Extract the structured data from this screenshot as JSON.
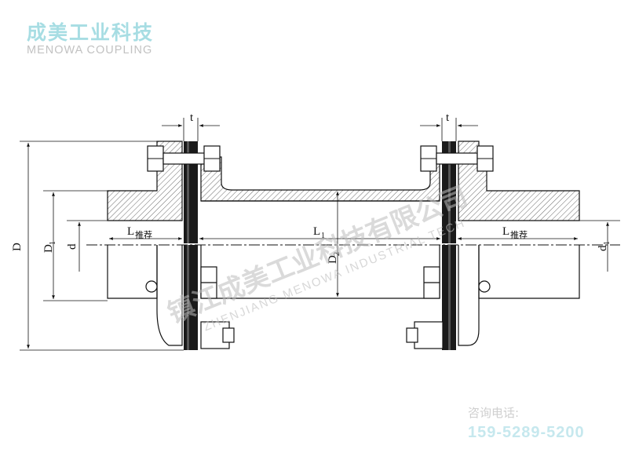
{
  "logo": {
    "name_cn": "成美工业科技",
    "name_en": "MENOWA COUPLING"
  },
  "watermark": {
    "text_cn": "镇江成美工业科技有限公司",
    "text_en": "ZHENJIANG MENOWA INDUSTRIAL TECH"
  },
  "contact": {
    "label": "咨询电话:",
    "phone": "159-5289-5200"
  },
  "dimensions": {
    "t": "t",
    "D": "D",
    "D1_main": "D",
    "D1_sub": "1",
    "d": "d",
    "L1_main": "L",
    "L1_sub": "1",
    "D2_main": "D",
    "D2_sub": "2",
    "L_main": "L",
    "L_sub": "推荐",
    "d1_main": "d",
    "d1_sub": "1"
  },
  "colors": {
    "line": "#111111",
    "logo_cn": "#a7dde3",
    "logo_en": "#c2c2c2",
    "phone": "#c6e8ee",
    "label": "#cfcfcf"
  }
}
